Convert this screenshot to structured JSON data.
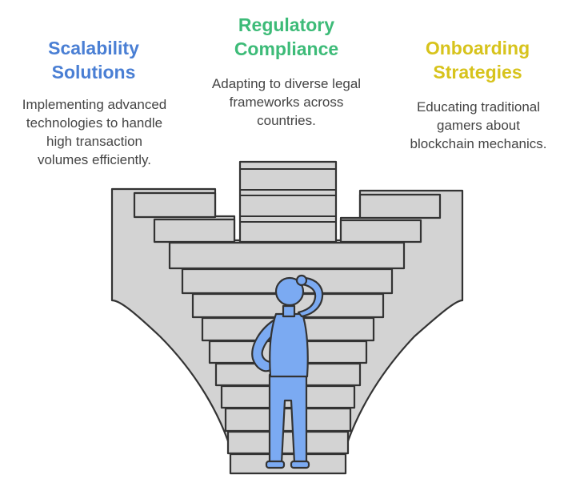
{
  "columns": [
    {
      "title_line1": "Scalability",
      "title_line2": "Solutions",
      "desc_lines": [
        "Implementing advanced",
        "technologies to handle",
        "high transaction",
        "volumes efficiently."
      ]
    },
    {
      "title_line1": "Regulatory",
      "title_line2": "Compliance",
      "desc_lines": [
        "Adapting to diverse legal",
        "frameworks across",
        "countries."
      ]
    },
    {
      "title_line1": "Onboarding",
      "title_line2": "Strategies",
      "desc_lines": [
        "Educating traditional",
        "gamers about",
        "blockchain mechanics."
      ]
    }
  ],
  "colors": {
    "scalability": "#4a7fd4",
    "regulatory": "#3dbb78",
    "onboarding": "#d7c31c",
    "structure_fill": "#d3d3d3",
    "outline": "#333333",
    "figure": "#7baaf2"
  },
  "icons": {
    "structure": "converging-staircase",
    "figure": "person-scratching-head"
  }
}
